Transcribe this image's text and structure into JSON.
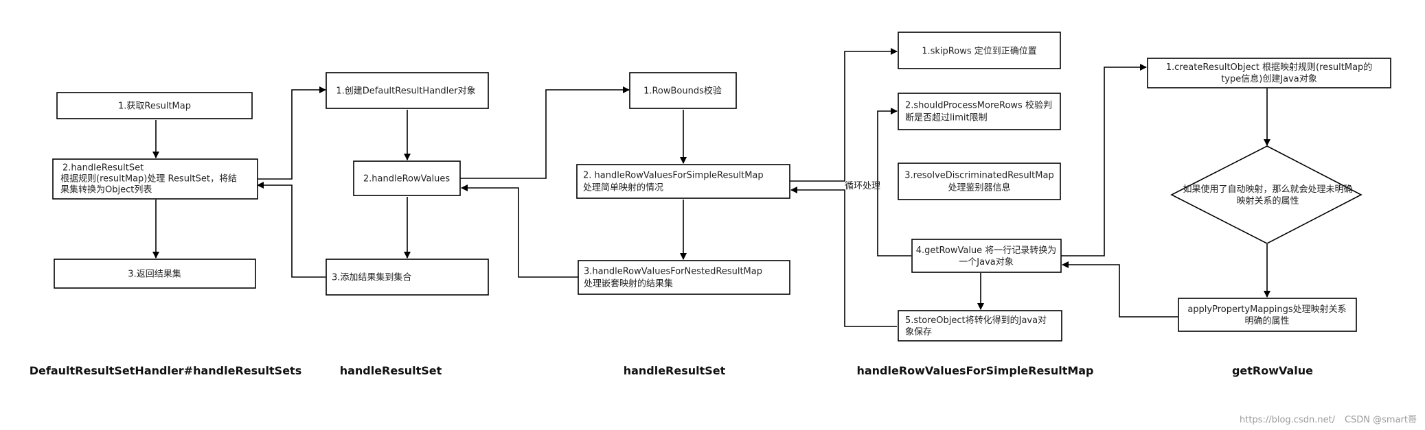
{
  "boxes": {
    "dr_get_resultmap": [
      "1.获取ResultMap"
    ],
    "dr_handle_resultset": [
      "2.handleResultSet",
      "根据规则(resultMap)处理 ResultSet，将结",
      "果集转换为Object列表"
    ],
    "dr_return": [
      "3.返回结果集"
    ],
    "hs1_create": [
      "1.创建DefaultResultHandler对象"
    ],
    "hs1_rowvalues": [
      "2.handleRowValues"
    ],
    "hs1_add": [
      "3.添加结果集到集合"
    ],
    "hs2_rowbounds": [
      "1.RowBounds校验"
    ],
    "hs2_simple": [
      "2. handleRowValuesForSimpleResultMap",
      "处理简单映射的情况"
    ],
    "hs2_nested": [
      "3.handleRowValuesForNestedResultMap",
      "处理嵌套映射的结果集"
    ],
    "sm_skip": [
      "1.skipRows 定位到正确位置"
    ],
    "sm_should": [
      "2.shouldProcessMoreRows 校验判",
      "断是否超过limit限制"
    ],
    "sm_resolve": [
      "3.resolveDiscriminatedResultMap",
      "处理鉴别器信息"
    ],
    "sm_getrow": [
      "4.getRowValue 将一行记录转换为",
      "一个Java对象"
    ],
    "sm_store": [
      "5.storeObject将转化得到的Java对",
      "象保存"
    ],
    "gr_create": [
      "1.createResultObject 根据映射规则(resultMap的",
      "type信息)创建Java对象"
    ],
    "gr_decision": [
      "如果使用了自动映射，那么就会处理未明确",
      "映射关系的属性"
    ],
    "gr_apply": [
      "applyPropertyMappings处理映射关系",
      "明确的属性"
    ]
  },
  "loop_label": "循环处理",
  "column_titles": [
    "DefaultResultSetHandler#handleResultSets",
    "handleResultSet",
    "handleResultSet",
    "handleRowValuesForSimpleResultMap",
    "getRowValue"
  ],
  "watermark": {
    "url": "https://blog.csdn.net/",
    "credit": "CSDN @smart哥"
  }
}
